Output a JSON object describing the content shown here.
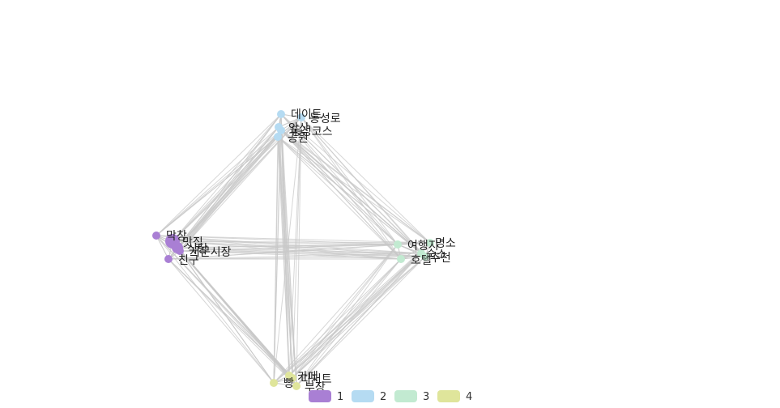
{
  "chart_data": {
    "type": "network",
    "categories": [
      {
        "name": "1",
        "color": "#a97fd4"
      },
      {
        "name": "2",
        "color": "#b5dbf2"
      },
      {
        "name": "3",
        "color": "#c2ead1"
      },
      {
        "name": "4",
        "color": "#dfe59b"
      }
    ],
    "nodes": [
      {
        "name": "막창",
        "category": 0
      },
      {
        "name": "맛집",
        "category": 0
      },
      {
        "name": "식당",
        "category": 0
      },
      {
        "name": "서문시장",
        "category": 0
      },
      {
        "name": "친구",
        "category": 0
      },
      {
        "name": "데이트",
        "category": 1
      },
      {
        "name": "동성로",
        "category": 1
      },
      {
        "name": "앞산",
        "category": 1
      },
      {
        "name": "동성코스",
        "category": 1
      },
      {
        "name": "공원",
        "category": 1
      },
      {
        "name": "여행지",
        "category": 2
      },
      {
        "name": "명소",
        "category": 2
      },
      {
        "name": "숙소",
        "category": 2
      },
      {
        "name": "호텔",
        "category": 2
      },
      {
        "name": "추천",
        "category": 2
      },
      {
        "name": "빵",
        "category": 3
      },
      {
        "name": "카페",
        "category": 3
      },
      {
        "name": "디저트",
        "category": 3
      },
      {
        "name": "부장",
        "category": 3
      }
    ],
    "legend_position": "bottom"
  }
}
